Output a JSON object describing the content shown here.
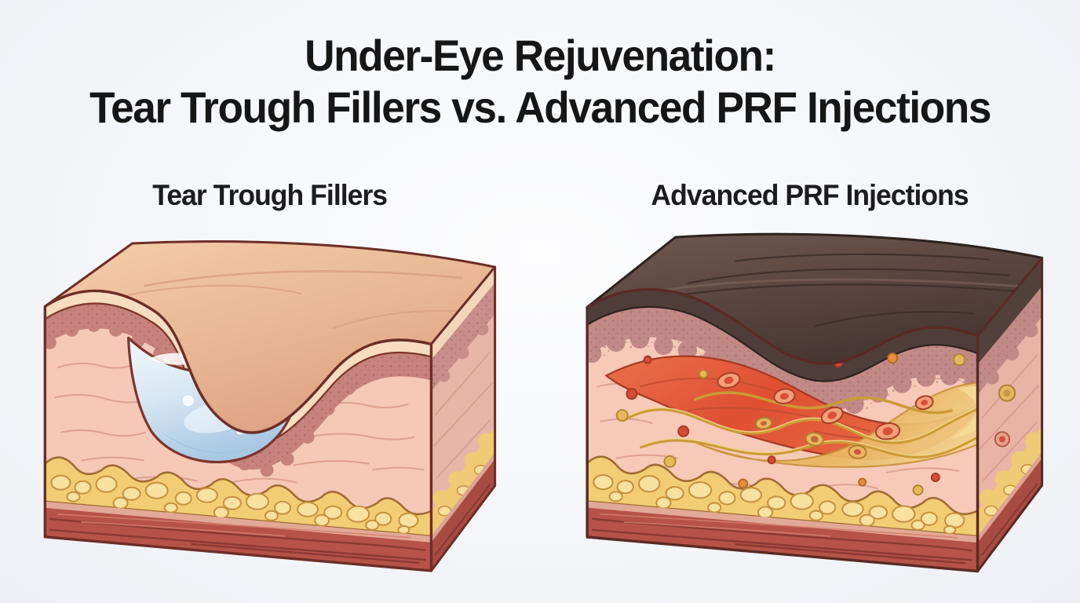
{
  "header": {
    "title_line1": "Under-Eye Rejuvenation:",
    "title_line2": "Tear Trough Fillers vs. Advanced PRF Injections"
  },
  "panels": [
    {
      "label": "Tear Trough Fillers",
      "illustration_name": "skin-cross-section-with-filler-gel",
      "depicts": "3D skin block with tear-trough depression filled by clear blue hyaluronic gel under the epidermis"
    },
    {
      "label": "Advanced PRF Injections",
      "illustration_name": "skin-cross-section-with-prf-fibrin",
      "depicts": "3D skin block with dark pigmented surface and red platelet-rich plasma, golden fibrin strands and cells in the dermis"
    }
  ],
  "colors": {
    "background": "#f0f3f7",
    "title_text": "#161616",
    "label_text": "#1c1c1e",
    "outline": "#6d2e27",
    "skin_surface_left": "#eab795",
    "skin_surface_right": "#5a4540",
    "epidermis_cream": "#f7dcc1",
    "upper_dermis_mauve": "#c6837e",
    "dermis_pink": "#f5c8b7",
    "filler_gel_blue": "#cfe2f2",
    "fat_yellow": "#f2cd74",
    "muscle_red": "#b65247",
    "prf_red": "#e35a39",
    "prf_gold": "#eec06c",
    "fibrin_strand_gold": "#cc9a36"
  }
}
